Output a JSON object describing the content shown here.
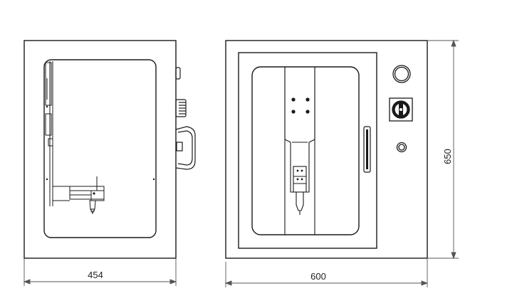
{
  "dimensions": {
    "side_width": "454",
    "front_width": "600",
    "height": "650"
  },
  "colors": {
    "line": "#1a1a1a",
    "dim_line": "#555555",
    "background": "#ffffff"
  },
  "icons": {
    "front_buttons": [
      "round-button-icon",
      "rotary-switch-icon",
      "indicator-light-icon"
    ]
  }
}
